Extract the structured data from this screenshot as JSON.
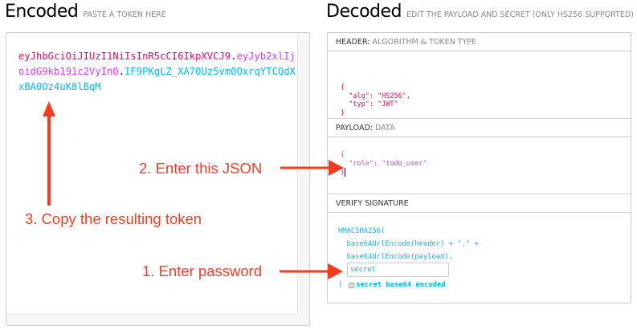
{
  "encoded": {
    "title": "Encoded",
    "subtitle": "PASTE A TOKEN HERE",
    "token": {
      "header": "eyJhbGciOiJIUzI1NiIsInR5cCI6IkpXVCJ9",
      "dot1": ".",
      "payload": "eyJyb2xlIjoidG9kb191c2VyIn0",
      "dot2": ".",
      "signature": "IF9PKgLZ_XA70Uz5vm0OxrqYTCQdXxBA0Oz4uK8lBqM"
    }
  },
  "decoded": {
    "title": "Decoded",
    "subtitle": "EDIT THE PAYLOAD AND SECRET (ONLY HS256 SUPPORTED)",
    "header_section": {
      "label": "HEADER:",
      "sublabel": "ALGORITHM & TOKEN TYPE",
      "lines": [
        "{",
        "  \"alg\": \"HS256\",",
        "  \"typ\": \"JWT\"",
        "}"
      ]
    },
    "payload_section": {
      "label": "PAYLOAD:",
      "sublabel": "DATA",
      "lines": [
        "{",
        "  \"role\": \"todo_user\"",
        "}"
      ]
    },
    "signature_section": {
      "label": "VERIFY SIGNATURE",
      "lines": [
        "HMACSHA256(",
        "  base64UrlEncode(header) + \".\" +",
        "  base64UrlEncode(payload),"
      ],
      "secret_value": "secret",
      "closing": ")",
      "checkbox_label": "secret base64 encoded",
      "checkbox_checked": false
    }
  },
  "annotations": {
    "step1": "1. Enter password",
    "step2": "2. Enter this JSON",
    "step3": "3. Copy the resulting token",
    "color": "#f63c1f"
  },
  "colors": {
    "header": "#fb015b",
    "payload": "#d63aff",
    "signature": "#00b9f1"
  }
}
